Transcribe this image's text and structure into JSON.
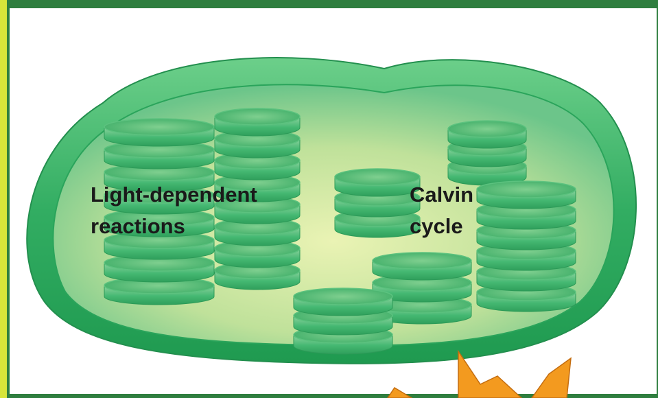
{
  "labels": {
    "light_line1": "Light-dependent",
    "light_line2": "reactions",
    "calvin_line1": "Calvin",
    "calvin_line2": "cycle"
  },
  "colors": {
    "outer_border": "#2f7e3f",
    "yellow_edge": "#d7e53a",
    "background": "#ffffff",
    "membrane": "#2eae63",
    "stroma": "#cfe7a0",
    "thylakoid": "#44b872",
    "star": "#f39a1f"
  }
}
